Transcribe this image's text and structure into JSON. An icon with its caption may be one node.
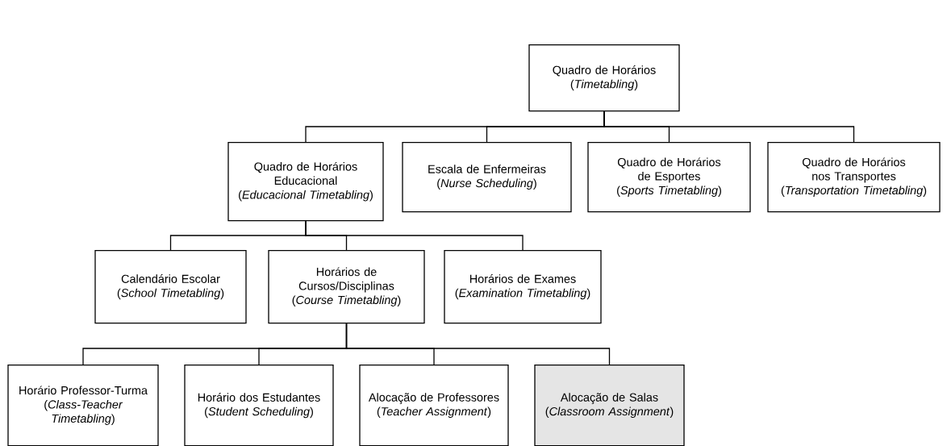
{
  "diagram": {
    "nodes": [
      {
        "text": [
          "Quadro de Horários",
          "(*Timetabling*)"
        ]
      },
      {
        "text": [
          "Quadro de Horários Educacional",
          "(*Educacional Timetabling*)"
        ]
      },
      {
        "text": [
          "Escala de Enfermeiras",
          "(*Nurse Scheduling*)"
        ]
      },
      {
        "text": [
          "Quadro de Horários de Esportes",
          "(*Sports Timetabling*)"
        ]
      },
      {
        "text": [
          "Quadro de Horários nos Transportes",
          "(*Transportation Timetabling*)"
        ]
      },
      {
        "text": [
          "Calendário Escolar",
          "(*School Timetabling*)"
        ]
      },
      {
        "text": [
          "Horários de Cursos/Disciplinas",
          "(*Course Timetabling*)"
        ]
      },
      {
        "text": [
          "Horários de Exames",
          "(*Examination Timetabling*)"
        ]
      },
      {
        "text": [
          "Horário Professor-Turma",
          "(*Class-Teacher Timetabling*)"
        ]
      },
      {
        "text": [
          "Horário dos Estudantes",
          "(*Student Scheduling*)"
        ]
      },
      {
        "text": [
          "Alocação de Professores",
          "(*Teacher Assignment*)"
        ]
      },
      {
        "text": [
          "Alocação de Salas",
          "(*Classroom Assignment*)"
        ]
      }
    ],
    "edges": [
      {
        "from": 0,
        "to": 1,
        "arrow": "none"
      },
      {
        "from": 0,
        "to": 2,
        "arrow": "none"
      },
      {
        "from": 0,
        "to": 3,
        "arrow": "none"
      },
      {
        "from": 0,
        "to": 4,
        "arrow": "none"
      },
      {
        "from": 1,
        "to": 5,
        "arrow": "none"
      },
      {
        "from": 1,
        "to": 6,
        "arrow": "none"
      },
      {
        "from": 1,
        "to": 7,
        "arrow": "none"
      },
      {
        "from": 6,
        "to": 8,
        "arrow": "none"
      },
      {
        "from": 6,
        "to": 9,
        "arrow": "none"
      },
      {
        "from": 6,
        "to": 10,
        "arrow": "none"
      },
      {
        "from": 6,
        "to": 11,
        "arrow": "none"
      }
    ]
  }
}
